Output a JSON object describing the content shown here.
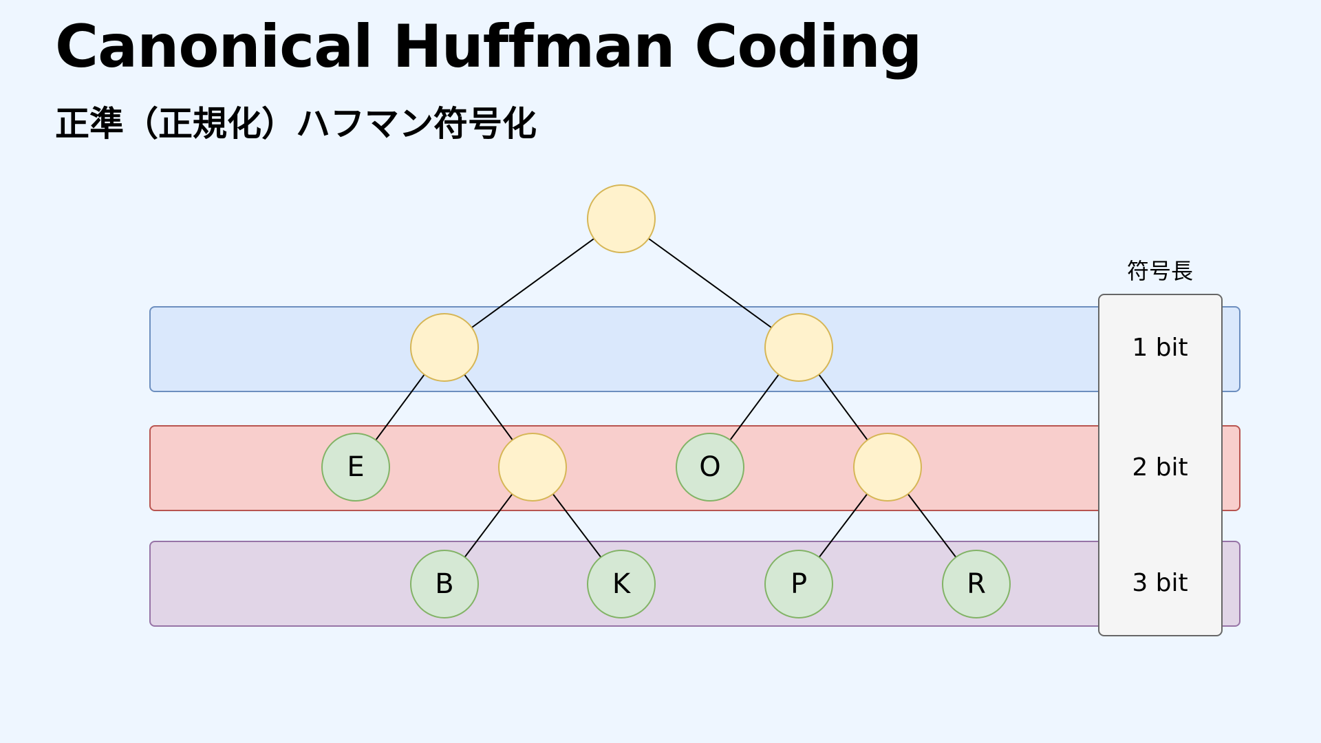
{
  "header": {
    "title": "Canonical Huffman Coding",
    "subtitle": "正準（正規化）ハフマン符号化"
  },
  "diagram": {
    "length_column": {
      "header": "符号長",
      "rows": [
        "1 bit",
        "2 bit",
        "3 bit"
      ]
    },
    "leaves": {
      "E": "E",
      "O": "O",
      "B": "B",
      "K": "K",
      "P": "P",
      "R": "R"
    }
  },
  "colors": {
    "background": "#eef6ff",
    "internal_node_fill": "#fff2cc",
    "internal_node_stroke": "#d6b656",
    "leaf_node_fill": "#d5e8d4",
    "leaf_node_stroke": "#82b366",
    "band_1bit_fill": "#dae8fc",
    "band_1bit_stroke": "#6c8ebf",
    "band_2bit_fill": "#f8cecc",
    "band_2bit_stroke": "#b85450",
    "band_3bit_fill": "#e1d5e7",
    "band_3bit_stroke": "#9673a6",
    "length_panel_fill": "#f5f5f5",
    "length_panel_stroke": "#666666"
  }
}
